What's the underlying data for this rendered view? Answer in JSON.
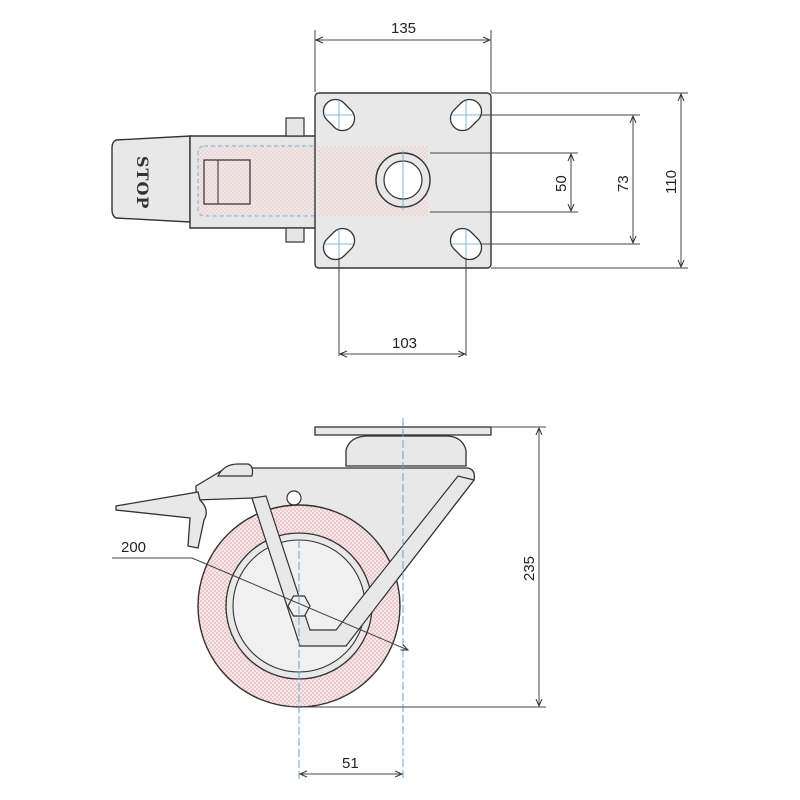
{
  "drawing": {
    "top_view": {
      "dim_plate_width": "135",
      "dim_hole_spacing_x": "103",
      "dim_stem_diameter": "50",
      "dim_hole_spacing_y": "73",
      "dim_plate_height": "110",
      "brake_label": "STOP"
    },
    "side_view": {
      "dim_wheel_diameter": "200",
      "dim_total_height": "235",
      "dim_offset": "51"
    }
  },
  "colors": {
    "line": "#333333",
    "dim_line": "#444444",
    "center_line": "#5aa9d6",
    "fill_gray": "#e8e8e8",
    "fill_tread": "#f3dede",
    "dot": "#d77a7a"
  }
}
